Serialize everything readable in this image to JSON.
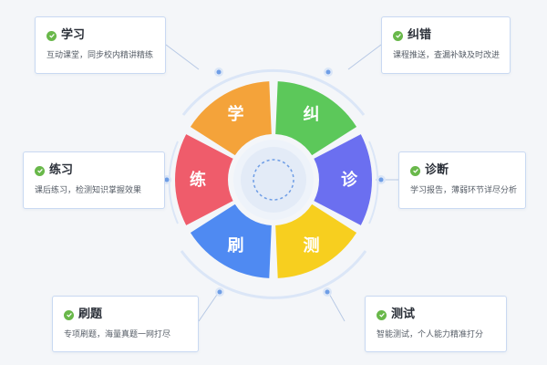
{
  "cards": [
    {
      "key": "learn",
      "title": "学习",
      "desc": "互动课堂，同步校内精讲精练"
    },
    {
      "key": "correct",
      "title": "纠错",
      "desc": "课程推送，查漏补缺及时改进"
    },
    {
      "key": "practice",
      "title": "练习",
      "desc": "课后练习，检测知识掌握效果"
    },
    {
      "key": "diagnose",
      "title": "诊断",
      "desc": "学习报告，薄弱环节详尽分析"
    },
    {
      "key": "drill",
      "title": "刷题",
      "desc": "专项刷题，海量真题一网打尽"
    },
    {
      "key": "test",
      "title": "测试",
      "desc": "智能测试，个人能力精准打分"
    }
  ],
  "wheel": [
    {
      "key": "learn",
      "label": "学",
      "color": "#f4a33a"
    },
    {
      "key": "correct",
      "label": "纠",
      "color": "#5cc85a"
    },
    {
      "key": "diagnose",
      "label": "诊",
      "color": "#6b6ff0"
    },
    {
      "key": "test",
      "label": "测",
      "color": "#f7cf1f"
    },
    {
      "key": "drill",
      "label": "刷",
      "color": "#4f8af2"
    },
    {
      "key": "practice",
      "label": "练",
      "color": "#ef5c6b"
    }
  ],
  "check_color": "#69b84a"
}
